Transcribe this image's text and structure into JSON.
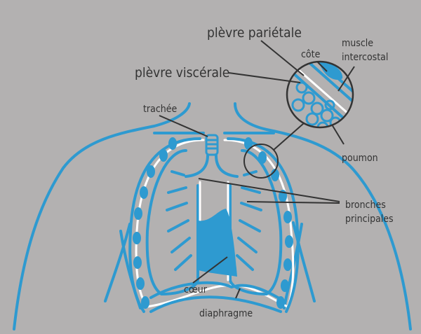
{
  "labels": {
    "parietal_pleura": "plèvre pariétale",
    "visceral_pleura": "plèvre viscérale",
    "rib": "côte",
    "intercostal_muscle_line1": "muscle",
    "intercostal_muscle_line2": "intercostal",
    "trachea": "trachée",
    "lung": "poumon",
    "bronchi_line1": "bronches",
    "bronchi_line2": "principales",
    "heart": "cœur",
    "diaphragm": "diaphragme"
  },
  "colors": {
    "background": "#b3b1b1",
    "anatomy": "#2e9ad0",
    "pleura": "#ffffff",
    "leader": "#333333"
  }
}
